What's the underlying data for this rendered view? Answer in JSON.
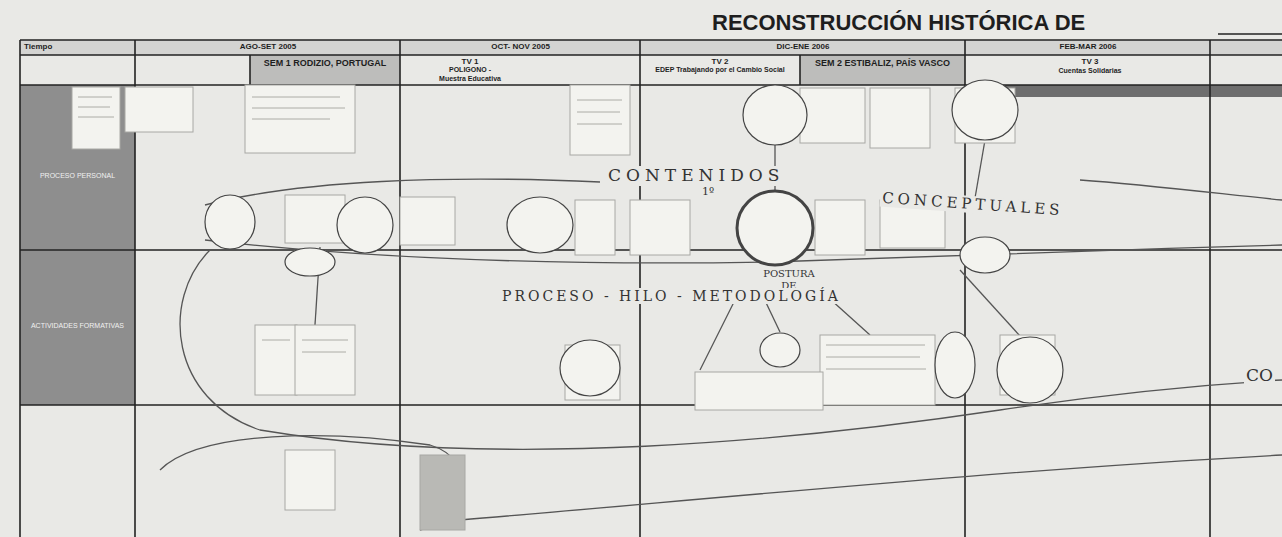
{
  "diagram": {
    "title": "RECONSTRUCCIÓN HISTÓRICA DE",
    "labels": [
      "Tiempo",
      "AGO-SET 2005",
      "OCT- NOV 2005",
      "DIC-ENE 2006",
      "FEB-MAR 2006",
      "SEM 1 RODIZIO, PORTUGAL",
      "TV 1",
      "POLIGONO -",
      "Muestra Educativa",
      "TV 2",
      "EDEP Trabajando por el Cambio Social",
      "SEM 2 ESTIBALIZ, PAÍS VASCO",
      "TV 3",
      "Cuentas Solidarias",
      "PROCESO PERSONAL",
      "ACTIVIDADES FORMATIVAS",
      "CONTENIDOS",
      "1º",
      "CONCEPTUALES",
      "POSTURA DE FORMADOR",
      "PROCESO - HILO - METODOLOGÍA",
      "CO"
    ]
  }
}
